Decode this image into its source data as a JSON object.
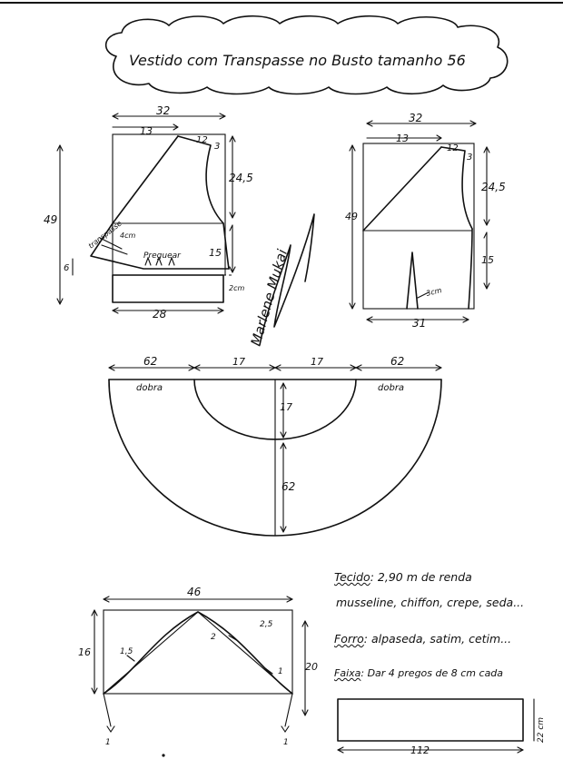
{
  "title": "Vestido com Transpasse no Busto tamanho 56",
  "signature": "Marlene Mukai",
  "bodice_front": {
    "width_top": "32",
    "shoulder_left": "13",
    "shoulder_small": "12",
    "small_right": "3",
    "armhole": "24,5",
    "height": "49",
    "side_lower": "15",
    "left_small": "6",
    "diag_label": "transpasse",
    "diag_sub": "4cm",
    "pleat_label": "Preguear",
    "hem_offset": "2cm",
    "waistband": "28"
  },
  "bodice_back": {
    "width_top": "32",
    "shoulder_left": "13",
    "shoulder_small": "12",
    "small_right": "3",
    "armhole": "24,5",
    "height": "49",
    "side_lower": "15",
    "dart": "3cm",
    "bottom": "31"
  },
  "skirt": {
    "seg1": "62",
    "seg2": "17",
    "seg3": "17",
    "seg4": "62",
    "fold_left": "dobra",
    "fold_right": "dobra",
    "waist_radius": "17",
    "length": "62"
  },
  "sleeve": {
    "width": "46",
    "left_height": "16",
    "right_height": "20",
    "cap_left": "1,5",
    "cap_mid": "2",
    "cap_right": "2,5",
    "right_one": "1",
    "bottom_left": "1",
    "bottom_right": "1"
  },
  "notes": {
    "tecido_label": "Tecido",
    "tecido_text": ": 2,90 m de renda",
    "tecido_text2": "musseline, chiffon, crepe, seda...",
    "forro_label": "Forro",
    "forro_text": ": alpaseda, satim, cetim...",
    "faixa_label": "Faixa",
    "faixa_text": ": Dar 4 pregos de 8 cm cada",
    "faixa_height": "22 cm",
    "faixa_width": "112"
  }
}
